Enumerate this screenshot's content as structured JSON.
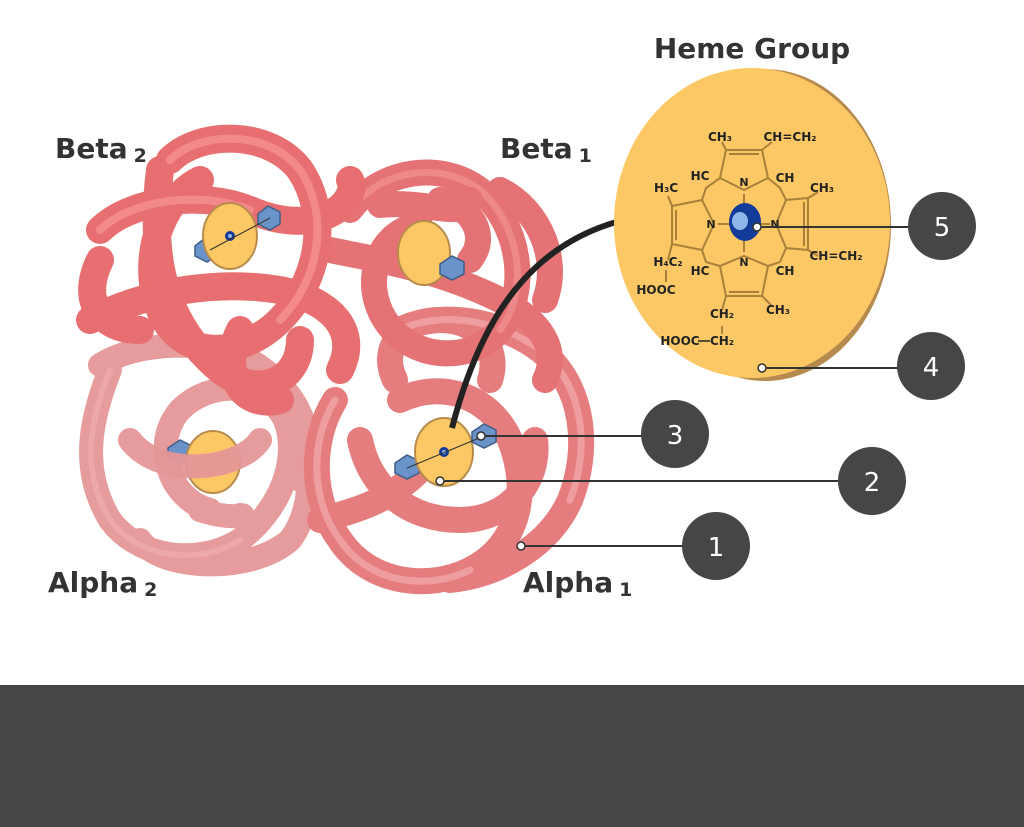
{
  "labels": {
    "beta2": {
      "name": "Beta",
      "sub": "2"
    },
    "beta1": {
      "name": "Beta",
      "sub": "1"
    },
    "alpha2": {
      "name": "Alpha",
      "sub": "2"
    },
    "alpha1": {
      "name": "Alpha",
      "sub": "1"
    },
    "heme_title": "Heme Group"
  },
  "callouts": [
    "1",
    "2",
    "3",
    "4",
    "5"
  ],
  "heme": {
    "pyrrole_n": [
      "N",
      "N",
      "N",
      "N"
    ],
    "groups": {
      "top_ch3": "CH₃",
      "top_vinyl": "CH=CH₂",
      "hc_top": "HC",
      "ch_top": "CH",
      "left_h3c": "H₃C",
      "right_ch3": "CH₃",
      "right_vinyl": "CH=CH₂",
      "left_h4c2": "H₄C₂",
      "left_hooc": "HOOC",
      "hc_bottom": "HC",
      "ch_bottom": "CH",
      "bottom_ch3": "CH₃",
      "bottom_ch2": "CH₂",
      "bottom_hooc": "HOOC",
      "bottom_ch2b": "CH₂"
    }
  },
  "colors": {
    "protein": "#e8787a",
    "protein_dark": "#d2605f",
    "heme_disk": "#fcc865",
    "heme_edge": "#b78c4c",
    "iron": "#123b9a",
    "iron_light": "#8eb6e6",
    "ligand": "#6a93c9",
    "callout_bg": "#464646",
    "footer": "#464646"
  }
}
